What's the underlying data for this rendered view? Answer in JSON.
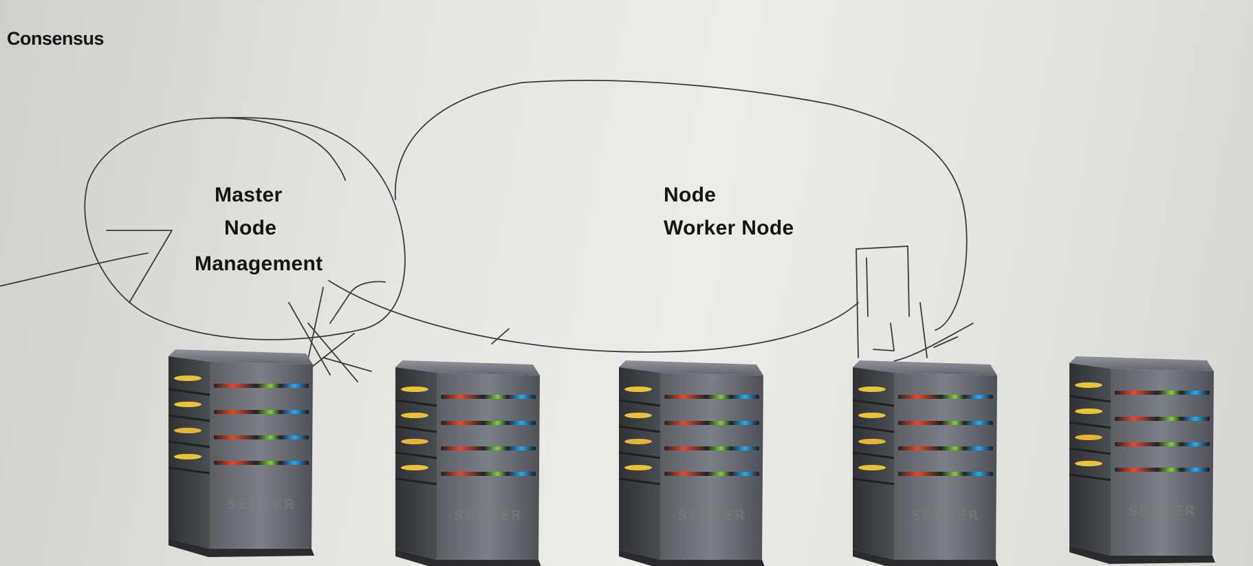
{
  "title": "Consensus",
  "master_label": {
    "line1": "Master",
    "line2": "Node",
    "line3": "Management"
  },
  "worker_label": {
    "line1": "Node",
    "line2": "Worker Node"
  },
  "server_text": "SERVER",
  "server_count": 5
}
